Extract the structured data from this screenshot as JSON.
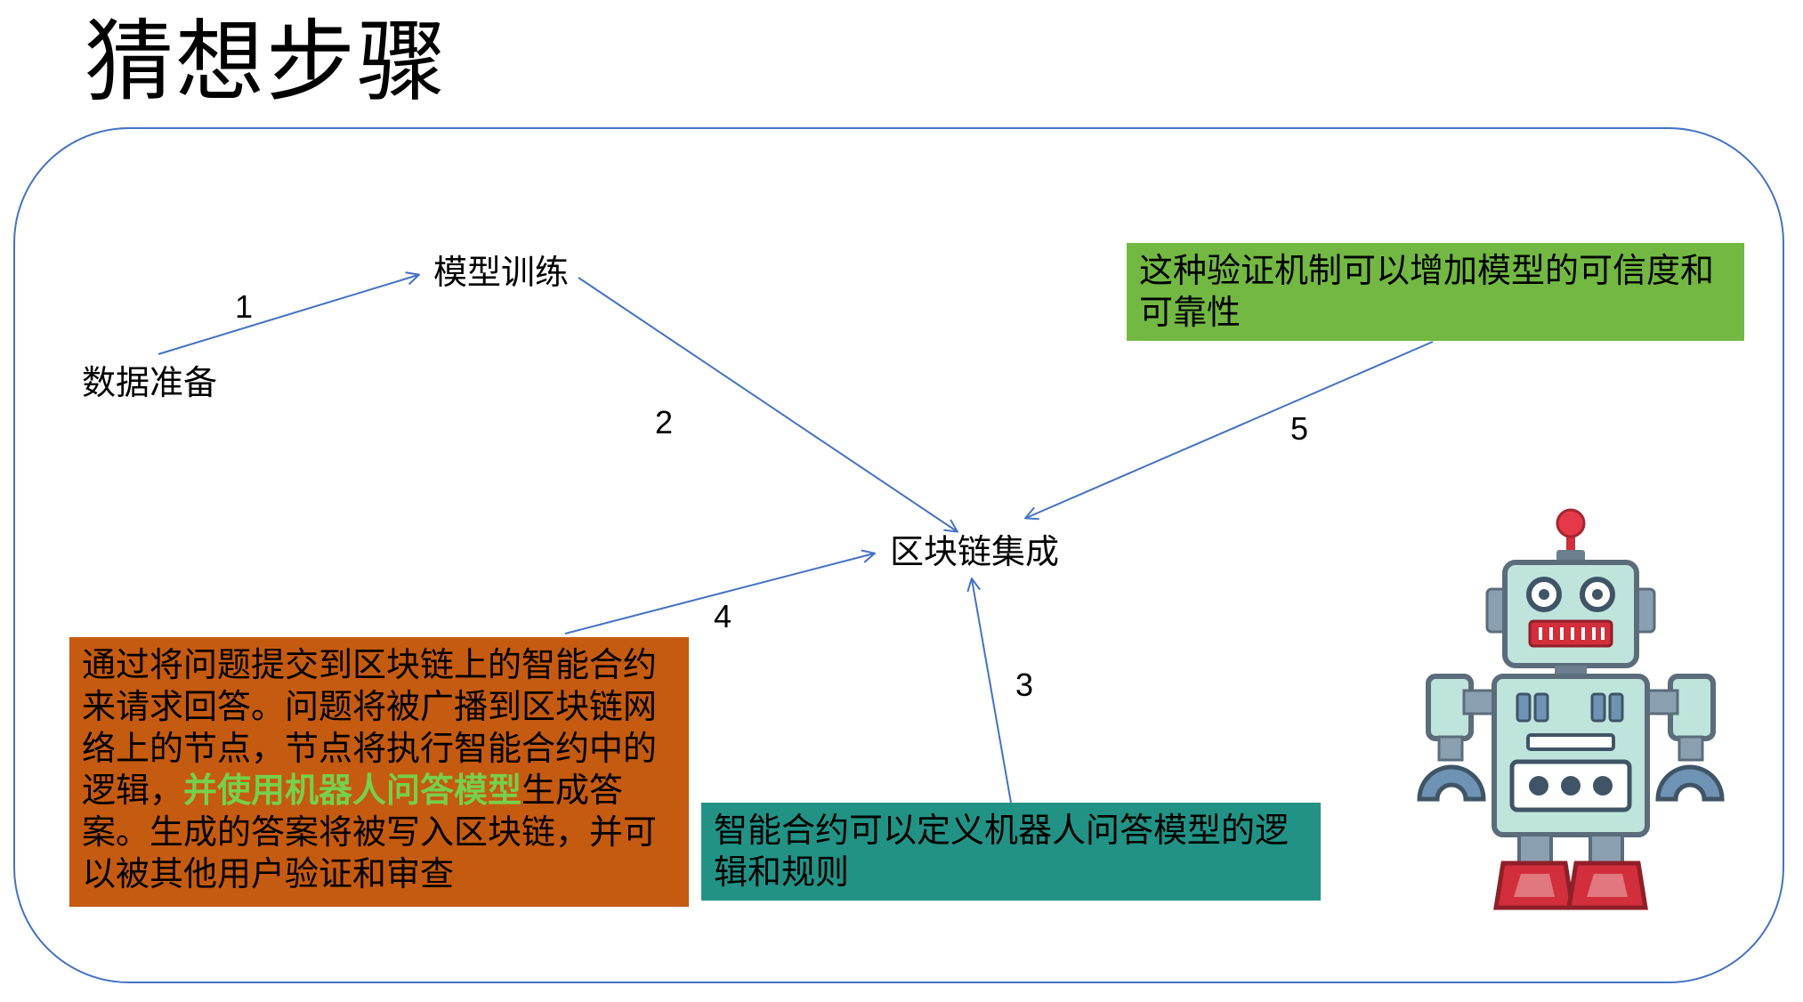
{
  "title": "猜想步骤",
  "nodes": {
    "data_prep": "数据准备",
    "model_training": "模型训练",
    "blockchain_integration": "区块链集成"
  },
  "step_numbers": [
    "1",
    "2",
    "3",
    "4",
    "5"
  ],
  "notes": {
    "verification": "这种验证机制可以增加模型的可信度和可靠性",
    "query_flow_part1": "通过将问题提交到区块链上的智能合约来请求回答。问题将被广播到区块链网络上的节点，节点将执行智能合约中的逻辑，",
    "query_flow_highlight": "并使用机器人问答模型",
    "query_flow_part2": "生成答案。生成的答案将被写入区块链，并可以被其他用户验证和审查",
    "smart_contract": "智能合约可以定义机器人问答模型的逻辑和规则"
  },
  "colors": {
    "frame": "#4472c4",
    "arrow": "#4472c4",
    "verification_box": "#72b843",
    "query_box": "#c55a11",
    "query_highlight": "#76d04b",
    "contract_box": "#229285"
  },
  "icons": [
    "robot-icon"
  ]
}
